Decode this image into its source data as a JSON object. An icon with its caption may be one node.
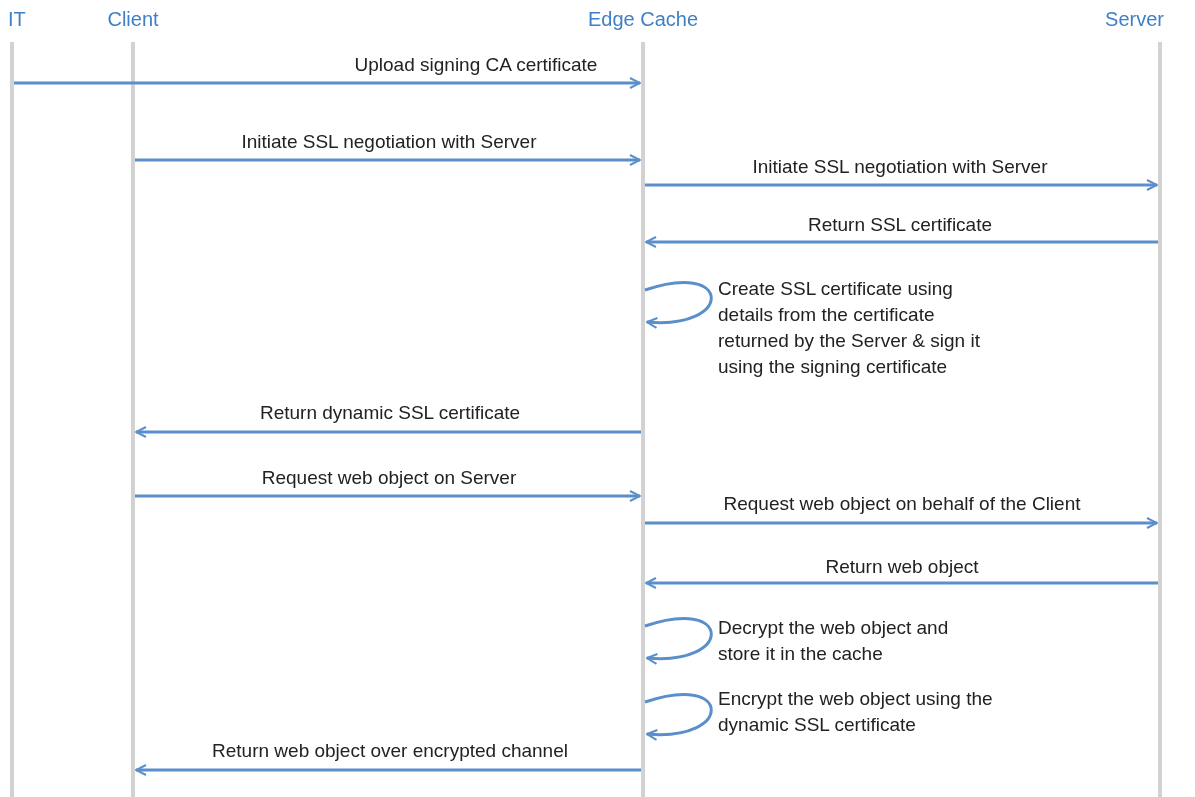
{
  "diagram": {
    "nodes": [
      {
        "text": [
          "IT"
        ]
      },
      {
        "text": [
          "Client"
        ]
      },
      {
        "text": [
          "Edge Cache"
        ]
      },
      {
        "text": [
          "Server"
        ]
      }
    ],
    "edges": [
      {
        "from": 0,
        "to": 2,
        "arrow": "to",
        "label": "Upload signing CA certificate"
      },
      {
        "from": 1,
        "to": 2,
        "arrow": "to",
        "label": "Initiate SSL negotiation with Server"
      },
      {
        "from": 2,
        "to": 3,
        "arrow": "to",
        "label": "Initiate SSL negotiation with Server"
      },
      {
        "from": 3,
        "to": 2,
        "arrow": "to",
        "label": "Return SSL certificate"
      },
      {
        "from": 2,
        "to": 2,
        "arrow": "to",
        "label": "Create SSL certificate using details from the certificate returned by the Server & sign it using the signing certificate"
      },
      {
        "from": 2,
        "to": 1,
        "arrow": "to",
        "label": "Return dynamic SSL certificate"
      },
      {
        "from": 1,
        "to": 2,
        "arrow": "to",
        "label": "Request web object on Server"
      },
      {
        "from": 2,
        "to": 3,
        "arrow": "to",
        "label": "Request web object on behalf of the Client"
      },
      {
        "from": 3,
        "to": 2,
        "arrow": "to",
        "label": "Return web object"
      },
      {
        "from": 2,
        "to": 2,
        "arrow": "to",
        "label": "Decrypt the web object and store it in the cache"
      },
      {
        "from": 2,
        "to": 2,
        "arrow": "to",
        "label": "Encrypt the web object using the dynamic SSL certificate"
      },
      {
        "from": 2,
        "to": 1,
        "arrow": "to",
        "label": "Return web object over encrypted channel"
      }
    ]
  }
}
